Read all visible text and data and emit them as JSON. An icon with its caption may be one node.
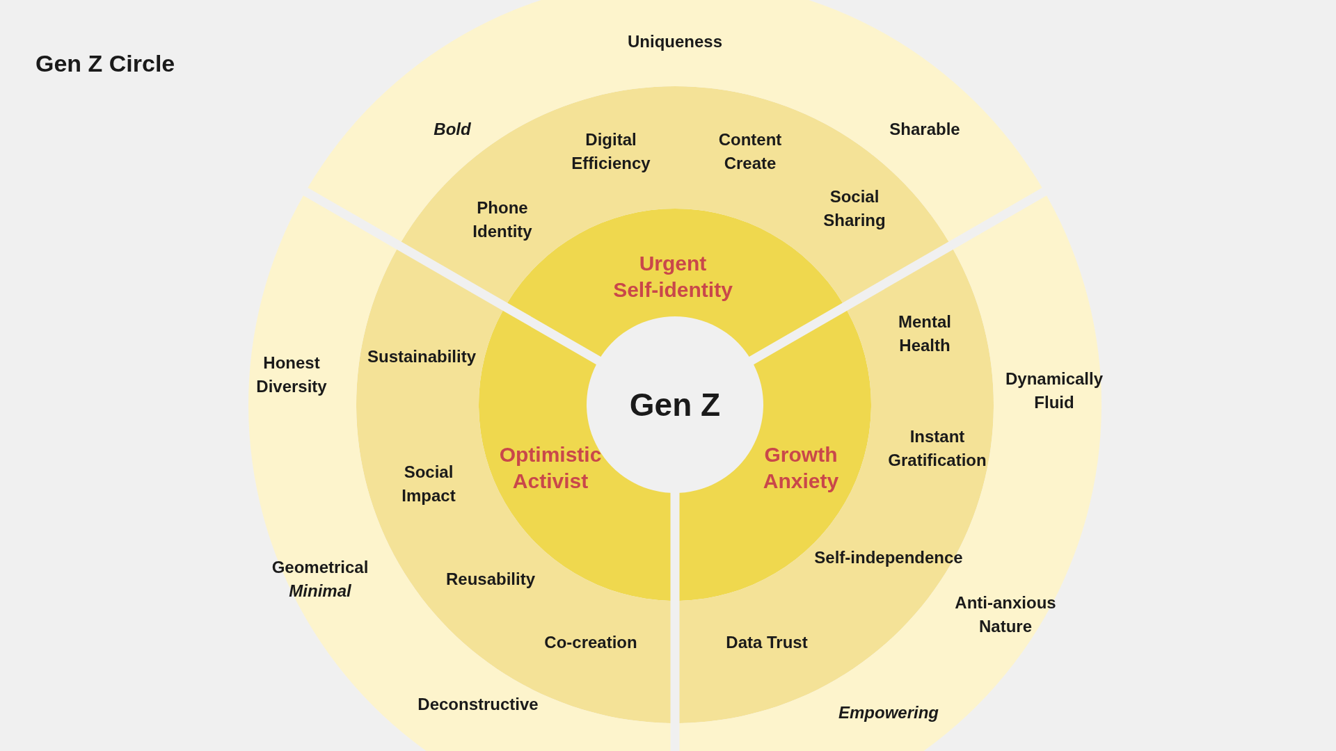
{
  "diagram": {
    "title": "Gen Z Circle",
    "nodes": [
      {
        "text": [
          "Gen Z"
        ]
      },
      {
        "text": [
          "Urgent Self-identity"
        ]
      },
      {
        "text": [
          "Growth Anxiety"
        ]
      },
      {
        "text": [
          "Optimistic Activist"
        ]
      },
      {
        "text": [
          "Digital Efficiency",
          "Content Create",
          "Phone Identity",
          "Social Sharing"
        ]
      },
      {
        "text": [
          "Mental Health",
          "Instant Gratification",
          "Self-independence",
          "Data Trust"
        ]
      },
      {
        "text": [
          "Sustainability",
          "Social Impact",
          "Reusability",
          "Co-creation"
        ]
      },
      {
        "text": [
          "Uniqueness",
          "Bold",
          "Sharable"
        ]
      },
      {
        "text": [
          "Dynamically Fluid",
          "Anti-anxious Nature",
          "Empowering"
        ]
      },
      {
        "text": [
          "Honest Diversity",
          "Geometrical *Minimal*",
          "Deconstructive"
        ]
      }
    ]
  }
}
